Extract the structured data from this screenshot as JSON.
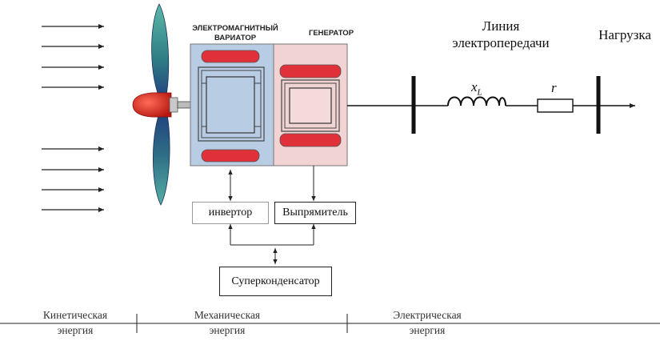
{
  "headers": {
    "variator": [
      "ЭЛЕКТРОМАГНИТНЫЙ",
      "ВАРИАТОР"
    ],
    "generator": "ГЕНЕРАТОР",
    "line": [
      "Линия",
      "электропередачи"
    ],
    "load": "Нагрузка"
  },
  "boxes": {
    "inverter": "инвертор",
    "rectifier": "Выпрямитель",
    "supercap": "Суперконденсатор"
  },
  "line_symbols": {
    "inductance": "x",
    "inductance_sub": "L",
    "resistance": "r"
  },
  "energy": [
    {
      "line1": "Кинетическая",
      "line2": "энергия"
    },
    {
      "line1": "Механическая",
      "line2": "энергия"
    },
    {
      "line1": "Электрическая",
      "line2": "энергия"
    }
  ],
  "colors": {
    "variator_fill": "#b8cce4",
    "generator_fill": "#f2d3d3",
    "magnet_red": "#e0303a",
    "hub_red": "#d9231f",
    "blade_teal": "#3b8f86",
    "blade_navy": "#243b7a"
  }
}
